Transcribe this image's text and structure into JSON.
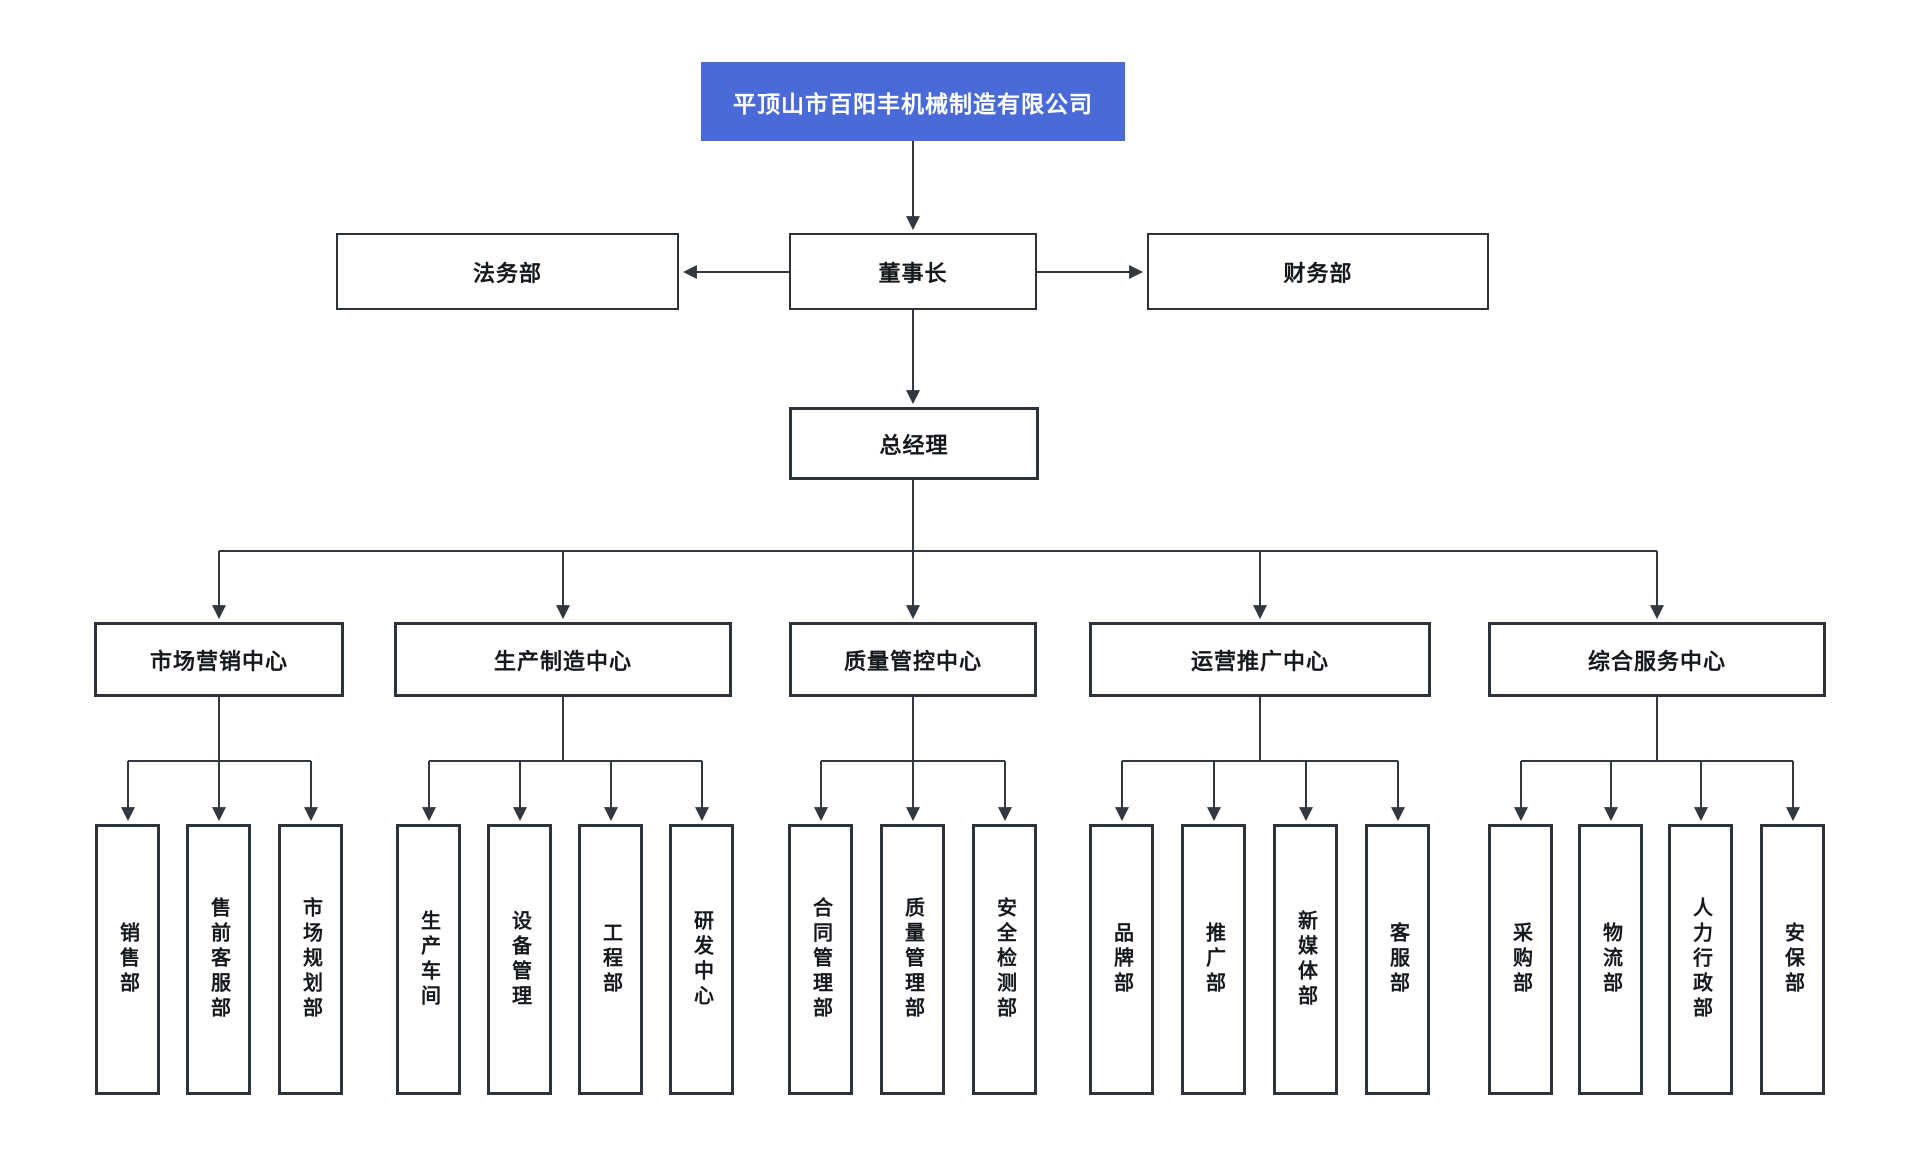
{
  "nodes": {
    "root": "平顶山市百阳丰机械制造有限公司",
    "legal": "法务部",
    "chairman": "董事长",
    "finance": "财务部",
    "gm": "总经理"
  },
  "centers": [
    {
      "label": "市场营销中心",
      "departments": [
        "销售部",
        "售前客服部",
        "市场规划部"
      ]
    },
    {
      "label": "生产制造中心",
      "departments": [
        "生产车间",
        "设备管理",
        "工程部",
        "研发中心"
      ]
    },
    {
      "label": "质量管控中心",
      "departments": [
        "合同管理部",
        "质量管理部",
        "安全检测部"
      ]
    },
    {
      "label": "运营推广中心",
      "departments": [
        "品牌部",
        "推广部",
        "新媒体部",
        "客服部"
      ]
    },
    {
      "label": "综合服务中心",
      "departments": [
        "采购部",
        "物流部",
        "人力行政部",
        "安保部"
      ]
    }
  ],
  "colors": {
    "root_bg": "#4a6ad8",
    "root_text": "#ffffff",
    "node_bg": "#ffffff",
    "node_border": "#2e3339",
    "node_text": "#15181d",
    "connector": "#33373e"
  }
}
